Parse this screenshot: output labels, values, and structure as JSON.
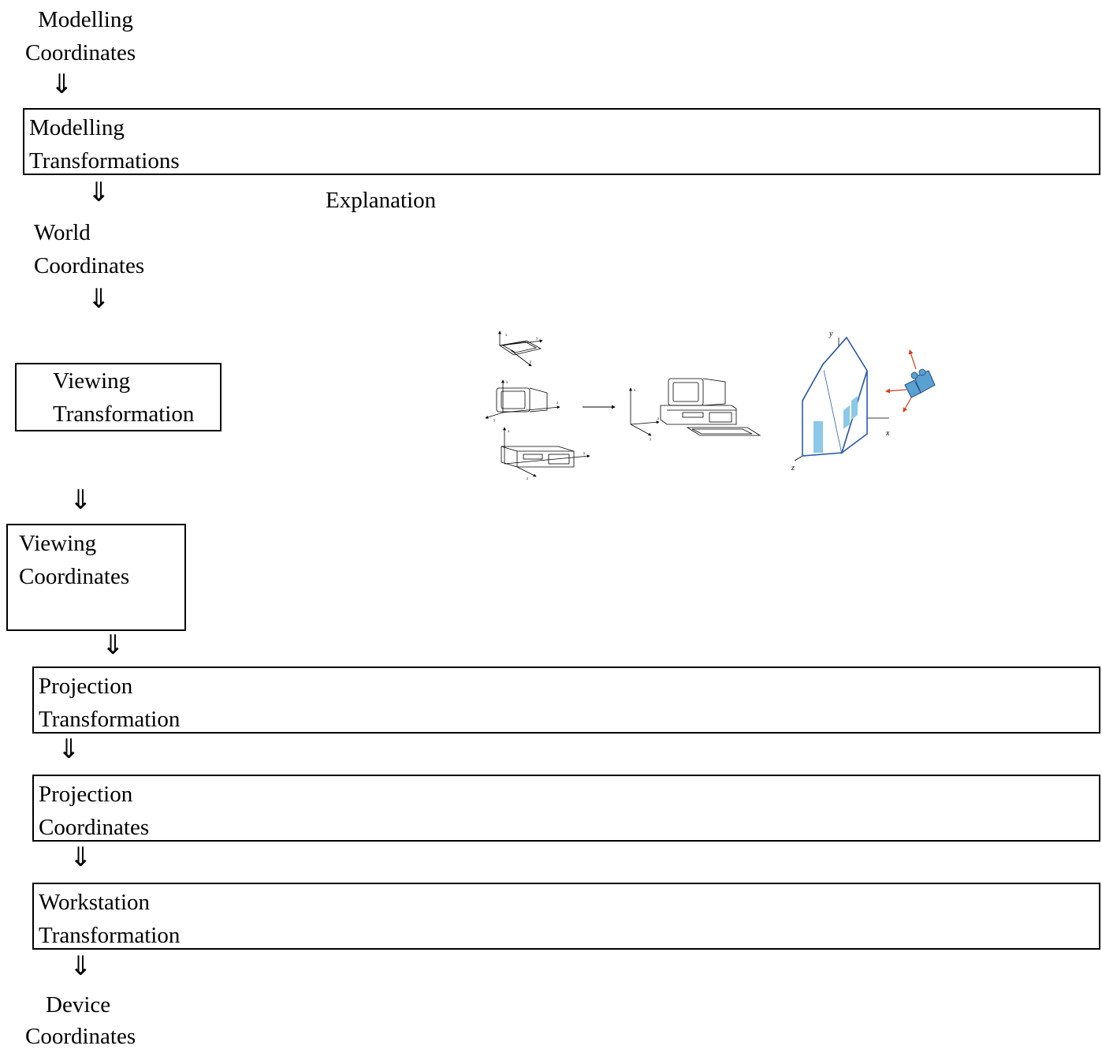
{
  "steps": {
    "modelling_coordinates": [
      "Modelling",
      "Coordinates"
    ],
    "modelling_transformations": [
      "Modelling",
      "Transformations"
    ],
    "world_coordinates": [
      "World",
      "Coordinates"
    ],
    "viewing_transformation": [
      "Viewing",
      "Transformation"
    ],
    "viewing_coordinates": [
      "Viewing",
      "Coordinates"
    ],
    "projection_transformation": [
      "Projection",
      "Transformation"
    ],
    "projection_coordinates": [
      "Projection",
      "Coordinates"
    ],
    "workstation_transformation": [
      "Workstation",
      "Transformation"
    ],
    "device_coordinates": [
      "Device",
      "Coordinates"
    ]
  },
  "arrow_glyph": "⇓",
  "explanation_label": "Explanation",
  "illustration": {
    "axis_labels": {
      "x": "x",
      "y": "y",
      "z": "z"
    },
    "icons": [
      "laptop-icon",
      "monitor-icon",
      "pc-case-icon",
      "computer-icon",
      "house-icon",
      "camera-icon"
    ],
    "colors": {
      "house": "#2b5aa8",
      "camera": "#5aa0d0",
      "arrows": "#d04020",
      "window": "#8cc8e8"
    }
  }
}
